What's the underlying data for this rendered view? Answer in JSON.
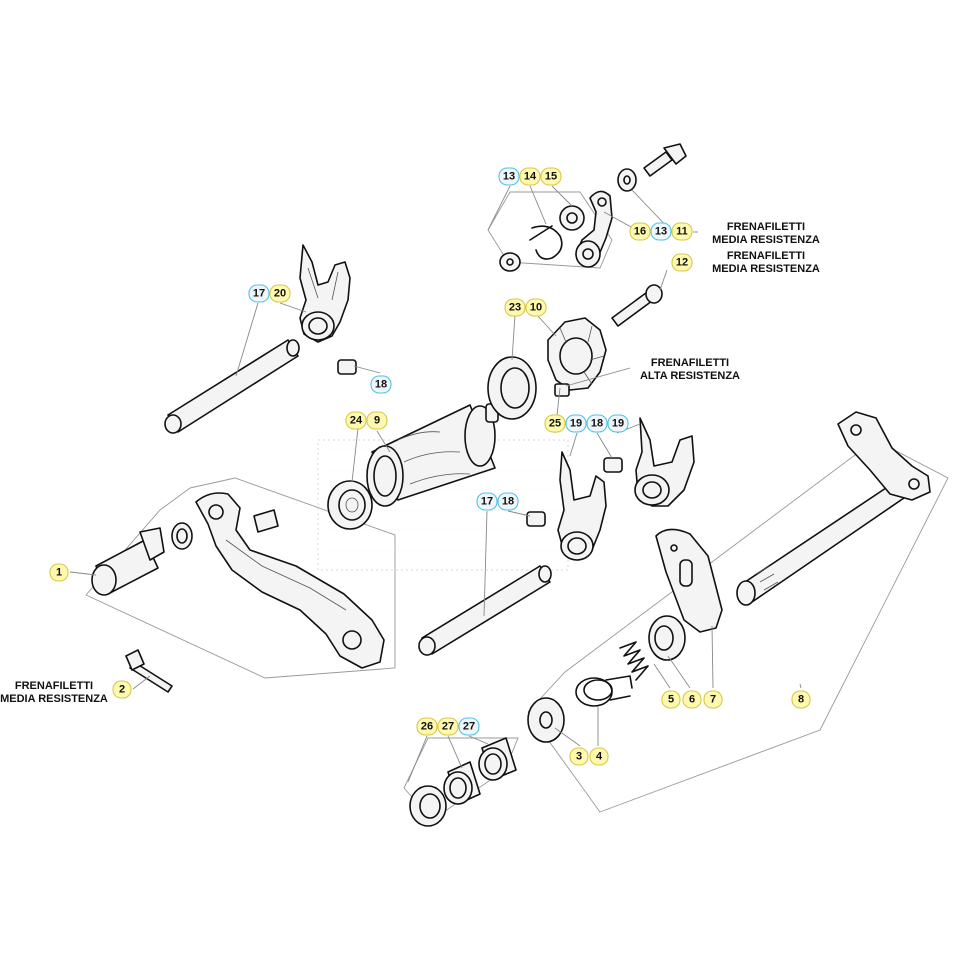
{
  "colors": {
    "standard_badge_fill": "#fff9b0",
    "standard_badge_border": "#d8c84a",
    "kit_badge_fill": "#eef6fb",
    "kit_badge_border": "#4fc3e6",
    "line": "#111111"
  },
  "badges": [
    {
      "id": "b1",
      "label": "1",
      "kind": "standard"
    },
    {
      "id": "b2",
      "label": "2",
      "kind": "standard"
    },
    {
      "id": "b3",
      "label": "3",
      "kind": "standard"
    },
    {
      "id": "b4",
      "label": "4",
      "kind": "standard"
    },
    {
      "id": "b5",
      "label": "5",
      "kind": "standard"
    },
    {
      "id": "b6",
      "label": "6",
      "kind": "standard"
    },
    {
      "id": "b7",
      "label": "7",
      "kind": "standard"
    },
    {
      "id": "b8",
      "label": "8",
      "kind": "standard"
    },
    {
      "id": "b9",
      "label": "9",
      "kind": "standard"
    },
    {
      "id": "b10",
      "label": "10",
      "kind": "standard"
    },
    {
      "id": "b11",
      "label": "11",
      "kind": "standard"
    },
    {
      "id": "b12",
      "label": "12",
      "kind": "standard"
    },
    {
      "id": "b13a",
      "label": "13",
      "kind": "kit"
    },
    {
      "id": "b13b",
      "label": "13",
      "kind": "kit"
    },
    {
      "id": "b14",
      "label": "14",
      "kind": "standard"
    },
    {
      "id": "b15",
      "label": "15",
      "kind": "standard"
    },
    {
      "id": "b16",
      "label": "16",
      "kind": "standard"
    },
    {
      "id": "b17a",
      "label": "17",
      "kind": "kit"
    },
    {
      "id": "b17b",
      "label": "17",
      "kind": "kit"
    },
    {
      "id": "b18a",
      "label": "18",
      "kind": "kit"
    },
    {
      "id": "b18b",
      "label": "18",
      "kind": "kit"
    },
    {
      "id": "b18c",
      "label": "18",
      "kind": "kit"
    },
    {
      "id": "b19a",
      "label": "19",
      "kind": "kit"
    },
    {
      "id": "b19b",
      "label": "19",
      "kind": "kit"
    },
    {
      "id": "b20",
      "label": "20",
      "kind": "standard"
    },
    {
      "id": "b23",
      "label": "23",
      "kind": "standard"
    },
    {
      "id": "b24",
      "label": "24",
      "kind": "standard"
    },
    {
      "id": "b25",
      "label": "25",
      "kind": "standard"
    },
    {
      "id": "b26",
      "label": "26",
      "kind": "standard"
    },
    {
      "id": "b27a",
      "label": "27",
      "kind": "standard"
    },
    {
      "id": "b27b",
      "label": "27",
      "kind": "kit"
    }
  ],
  "notes": {
    "n11": [
      "FRENAFILETTI",
      "MEDIA RESISTENZA"
    ],
    "n12": [
      "FRENAFILETTI",
      "MEDIA RESISTENZA"
    ],
    "n25": [
      "FRENAFILETTI",
      "ALTA RESISTENZA"
    ],
    "n2": [
      "FRENAFILETTI",
      "MEDIA RESISTENZA"
    ]
  }
}
